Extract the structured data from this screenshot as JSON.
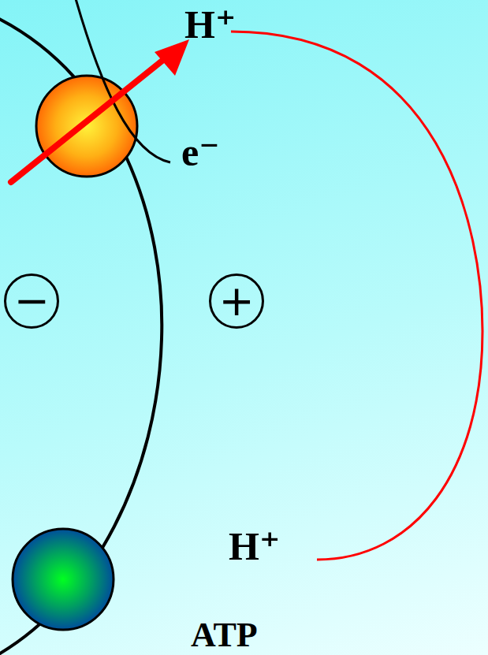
{
  "diagram": {
    "nodes": [
      {
        "text": [
          "−"
        ]
      },
      {
        "text": [
          "+"
        ]
      }
    ],
    "labels": [
      "H⁺",
      "e⁻",
      "H⁺",
      "ATP"
    ]
  }
}
